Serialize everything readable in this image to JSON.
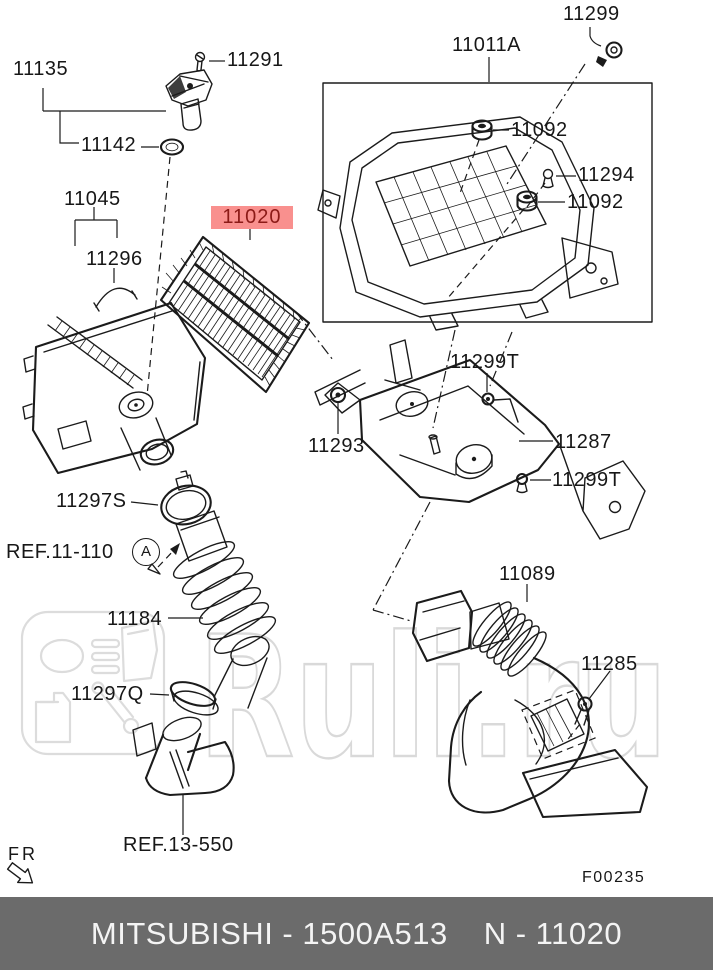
{
  "labels": {
    "l11135": "11135",
    "l11291": "11291",
    "l11142": "11142",
    "l11045": "11045",
    "l11296": "11296",
    "l11020": "11020",
    "l11299": "11299",
    "l11011a": "11011A",
    "l11092a": "11092",
    "l11294": "11294",
    "l11092b": "11092",
    "l11299t_a": "11299T",
    "l11293": "11293",
    "l11287": "11287",
    "l11299t_b": "11299T",
    "l11297s": "11297S",
    "l11184": "11184",
    "l11297q": "11297Q",
    "l11089": "11089",
    "l11285": "11285"
  },
  "refs": {
    "ref_11_110": "REF.11-110",
    "balloon_a": "A",
    "ref_13_550": "REF.13-550"
  },
  "annotations": {
    "fr": "FR",
    "figure_code": "F00235"
  },
  "highlight": {
    "part": "11020",
    "background": "#f9908e",
    "text_color": "#8c1a17"
  },
  "watermark": {
    "text": "Ruli.ru"
  },
  "footer": {
    "left": "MITSUBISHI - 1500A513",
    "right": "N - 11020",
    "background": "#6b6b6b",
    "text_color": "#f4f4f4"
  }
}
